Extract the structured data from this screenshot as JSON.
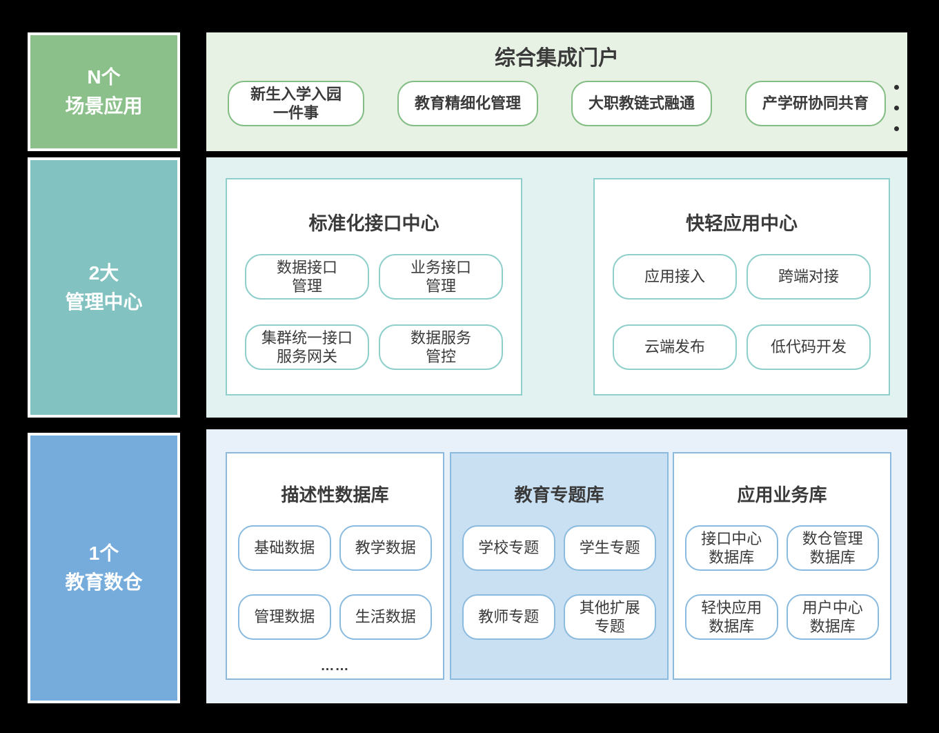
{
  "colors": {
    "background": "#000000",
    "scenes_rail": "#8bc08b",
    "scenes_panel": "#e7f2e4",
    "scenes_pill_border": "#84bd84",
    "centers_rail": "#82c2c0",
    "centers_panel": "#e2f2f0",
    "centers_pill_border": "#8ecfcb",
    "warehouse_rail": "#76acdc",
    "warehouse_panel": "#e8f1f9",
    "warehouse_highlight_box": "#c9e0f2",
    "warehouse_pill_border": "#8abade",
    "text": "#3a3a3a",
    "rail_text": "#ffffff"
  },
  "scenes": {
    "label": [
      "N个",
      "场景应用"
    ],
    "portal_title": "综合集成门户",
    "pills": [
      {
        "lines": [
          "新生入学入园",
          "一件事"
        ]
      },
      {
        "lines": [
          "教育精细化管理"
        ]
      },
      {
        "lines": [
          "大职教链式融通"
        ]
      },
      {
        "lines": [
          "产学研协同共育"
        ]
      }
    ],
    "more_dots": [
      "·",
      "·",
      "·"
    ]
  },
  "centers": {
    "label": [
      "2大",
      "管理中心"
    ],
    "boxes": [
      {
        "title": "标准化接口中心",
        "pills": [
          {
            "lines": [
              "数据接口",
              "管理"
            ]
          },
          {
            "lines": [
              "业务接口",
              "管理"
            ]
          },
          {
            "lines": [
              "集群统一接口",
              "服务网关"
            ]
          },
          {
            "lines": [
              "数据服务",
              "管控"
            ]
          }
        ]
      },
      {
        "title": "快轻应用中心",
        "pills": [
          {
            "lines": [
              "应用接入"
            ]
          },
          {
            "lines": [
              "跨端对接"
            ]
          },
          {
            "lines": [
              "云端发布"
            ]
          },
          {
            "lines": [
              "低代码开发"
            ]
          }
        ]
      }
    ]
  },
  "warehouse": {
    "label": [
      "1个",
      "教育数仓"
    ],
    "boxes": [
      {
        "title": "描述性数据库",
        "pills": [
          {
            "lines": [
              "基础数据"
            ]
          },
          {
            "lines": [
              "教学数据"
            ]
          },
          {
            "lines": [
              "管理数据"
            ]
          },
          {
            "lines": [
              "生活数据"
            ]
          }
        ],
        "ellipsis": "……"
      },
      {
        "title": "教育专题库",
        "pills": [
          {
            "lines": [
              "学校专题"
            ]
          },
          {
            "lines": [
              "学生专题"
            ]
          },
          {
            "lines": [
              "教师专题"
            ]
          },
          {
            "lines": [
              "其他扩展",
              "专题"
            ]
          }
        ]
      },
      {
        "title": "应用业务库",
        "pills": [
          {
            "lines": [
              "接口中心",
              "数据库"
            ]
          },
          {
            "lines": [
              "数仓管理",
              "数据库"
            ]
          },
          {
            "lines": [
              "轻快应用",
              "数据库"
            ]
          },
          {
            "lines": [
              "用户中心",
              "数据库"
            ]
          }
        ]
      }
    ]
  }
}
